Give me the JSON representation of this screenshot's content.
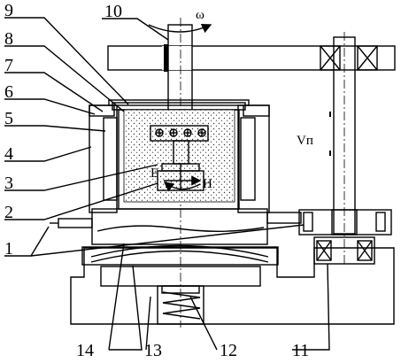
{
  "labels": {
    "l1": "1",
    "l2": "2",
    "l3": "3",
    "l4": "4",
    "l5": "5",
    "l6": "6",
    "l7": "7",
    "l8": "8",
    "l9": "9",
    "l10": "10",
    "l11": "11",
    "l12": "12",
    "l13": "13",
    "l14": "14"
  },
  "symbols": {
    "omega": "ω",
    "velocity": "Vп",
    "e_field": "E",
    "h_field": "H"
  }
}
